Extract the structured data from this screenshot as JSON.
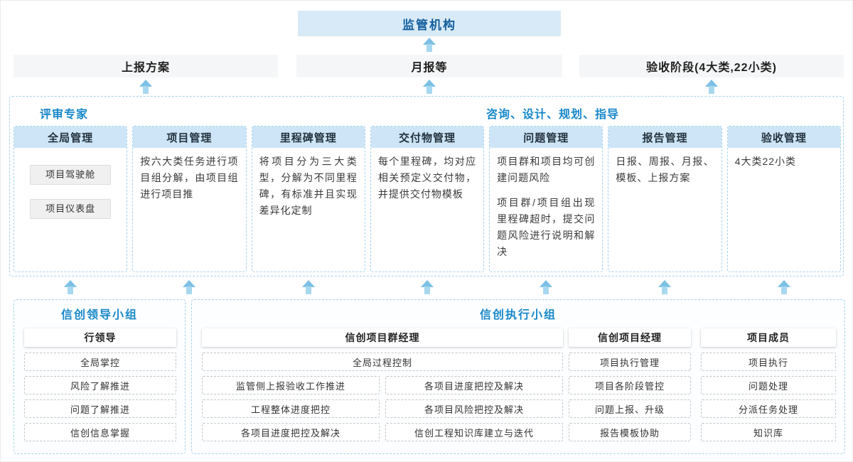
{
  "colors": {
    "accent_blue": "#1787c9",
    "dark_blue": "#135f9e",
    "column_header_bg": "#cde5f6",
    "regulator_bg": "#d8eaf7",
    "gray_box_bg": "#f5f6f7",
    "dashed_border_blue": "#a6d2ec",
    "arrow_blue": "#7cc0e6"
  },
  "top": {
    "regulator": "监管机构",
    "outputs": [
      "上报方案",
      "月报等",
      "验收阶段(4大类,22小类)"
    ]
  },
  "middle": {
    "left_label": "评审专家",
    "right_label": "咨询、设计、规划、指导",
    "columns": [
      {
        "title": "全局管理",
        "boxes": [
          "项目驾驶舱",
          "项目仪表盘"
        ]
      },
      {
        "title": "项目管理",
        "paragraphs": [
          "按六大类任务进行项目组分解，由项目组进行项目推"
        ]
      },
      {
        "title": "里程碑管理",
        "paragraphs": [
          "将项目分为三大类型，分解为不同里程碑，有标准并且实现差异化定制"
        ]
      },
      {
        "title": "交付物管理",
        "paragraphs": [
          "每个里程碑，均对应相关预定义交付物，并提供交付物模板"
        ]
      },
      {
        "title": "问题管理",
        "paragraphs": [
          "项目群和项目均可创建问题风险",
          "项目群/项目组出现里程碑超时，提交问题风险进行说明和解决"
        ]
      },
      {
        "title": "报告管理",
        "paragraphs": [
          "日报、周报、月报、模板、上报方案"
        ]
      },
      {
        "title": "验收管理",
        "paragraphs": [
          "4大类22小类"
        ]
      }
    ]
  },
  "bottom": {
    "leader_group": {
      "title": "信创领导小组",
      "role": "行领导",
      "items": [
        "全局掌控",
        "风险了解推进",
        "问题了解推进",
        "信创信息掌握"
      ]
    },
    "exec_group": {
      "title": "信创执行小组",
      "program_manager": {
        "role": "信创项目群经理",
        "full_row": "全局过程控制",
        "left_items": [
          "监管侧上报验收工作推进",
          "工程整体进度把控",
          "各项目进度把控及解决"
        ],
        "right_items": [
          "各项目进度把控及解决",
          "各项目风险把控及解决",
          "信创工程知识库建立与迭代"
        ]
      },
      "project_manager": {
        "role": "信创项目经理",
        "items": [
          "项目执行管理",
          "项目各阶段管控",
          "问题上报、升级",
          "报告模板协助"
        ]
      },
      "member": {
        "role": "项目成员",
        "items": [
          "项目执行",
          "问题处理",
          "分派任务处理",
          "知识库"
        ]
      }
    }
  }
}
